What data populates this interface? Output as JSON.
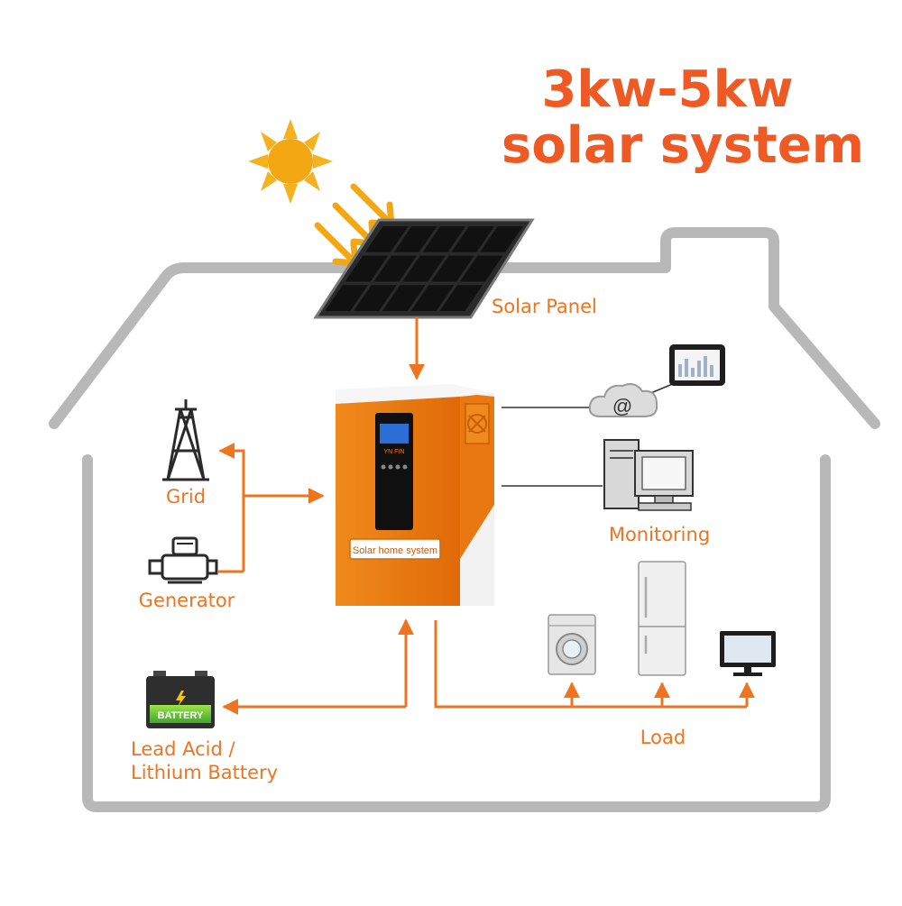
{
  "title": {
    "line1": "3kw-5kw",
    "line2": "solar system"
  },
  "labels": {
    "solar_panel": "Solar Panel",
    "grid": "Grid",
    "generator": "Generator",
    "monitoring": "Monitoring",
    "load": "Load",
    "battery_line1": "Lead Acid /",
    "battery_line2": "Lithium Battery"
  },
  "inverter": {
    "label": "Solar home system",
    "brand": "YN FIN"
  },
  "battery_icon": {
    "label": "BATTERY"
  },
  "cloud_icon": {
    "symbol": "@"
  },
  "colors": {
    "title": "#ef5a24",
    "accent": "#ee7420",
    "house_outline": "#b8b8b8",
    "inverter_body": "#e8780f",
    "label_text": "#ee7420"
  }
}
